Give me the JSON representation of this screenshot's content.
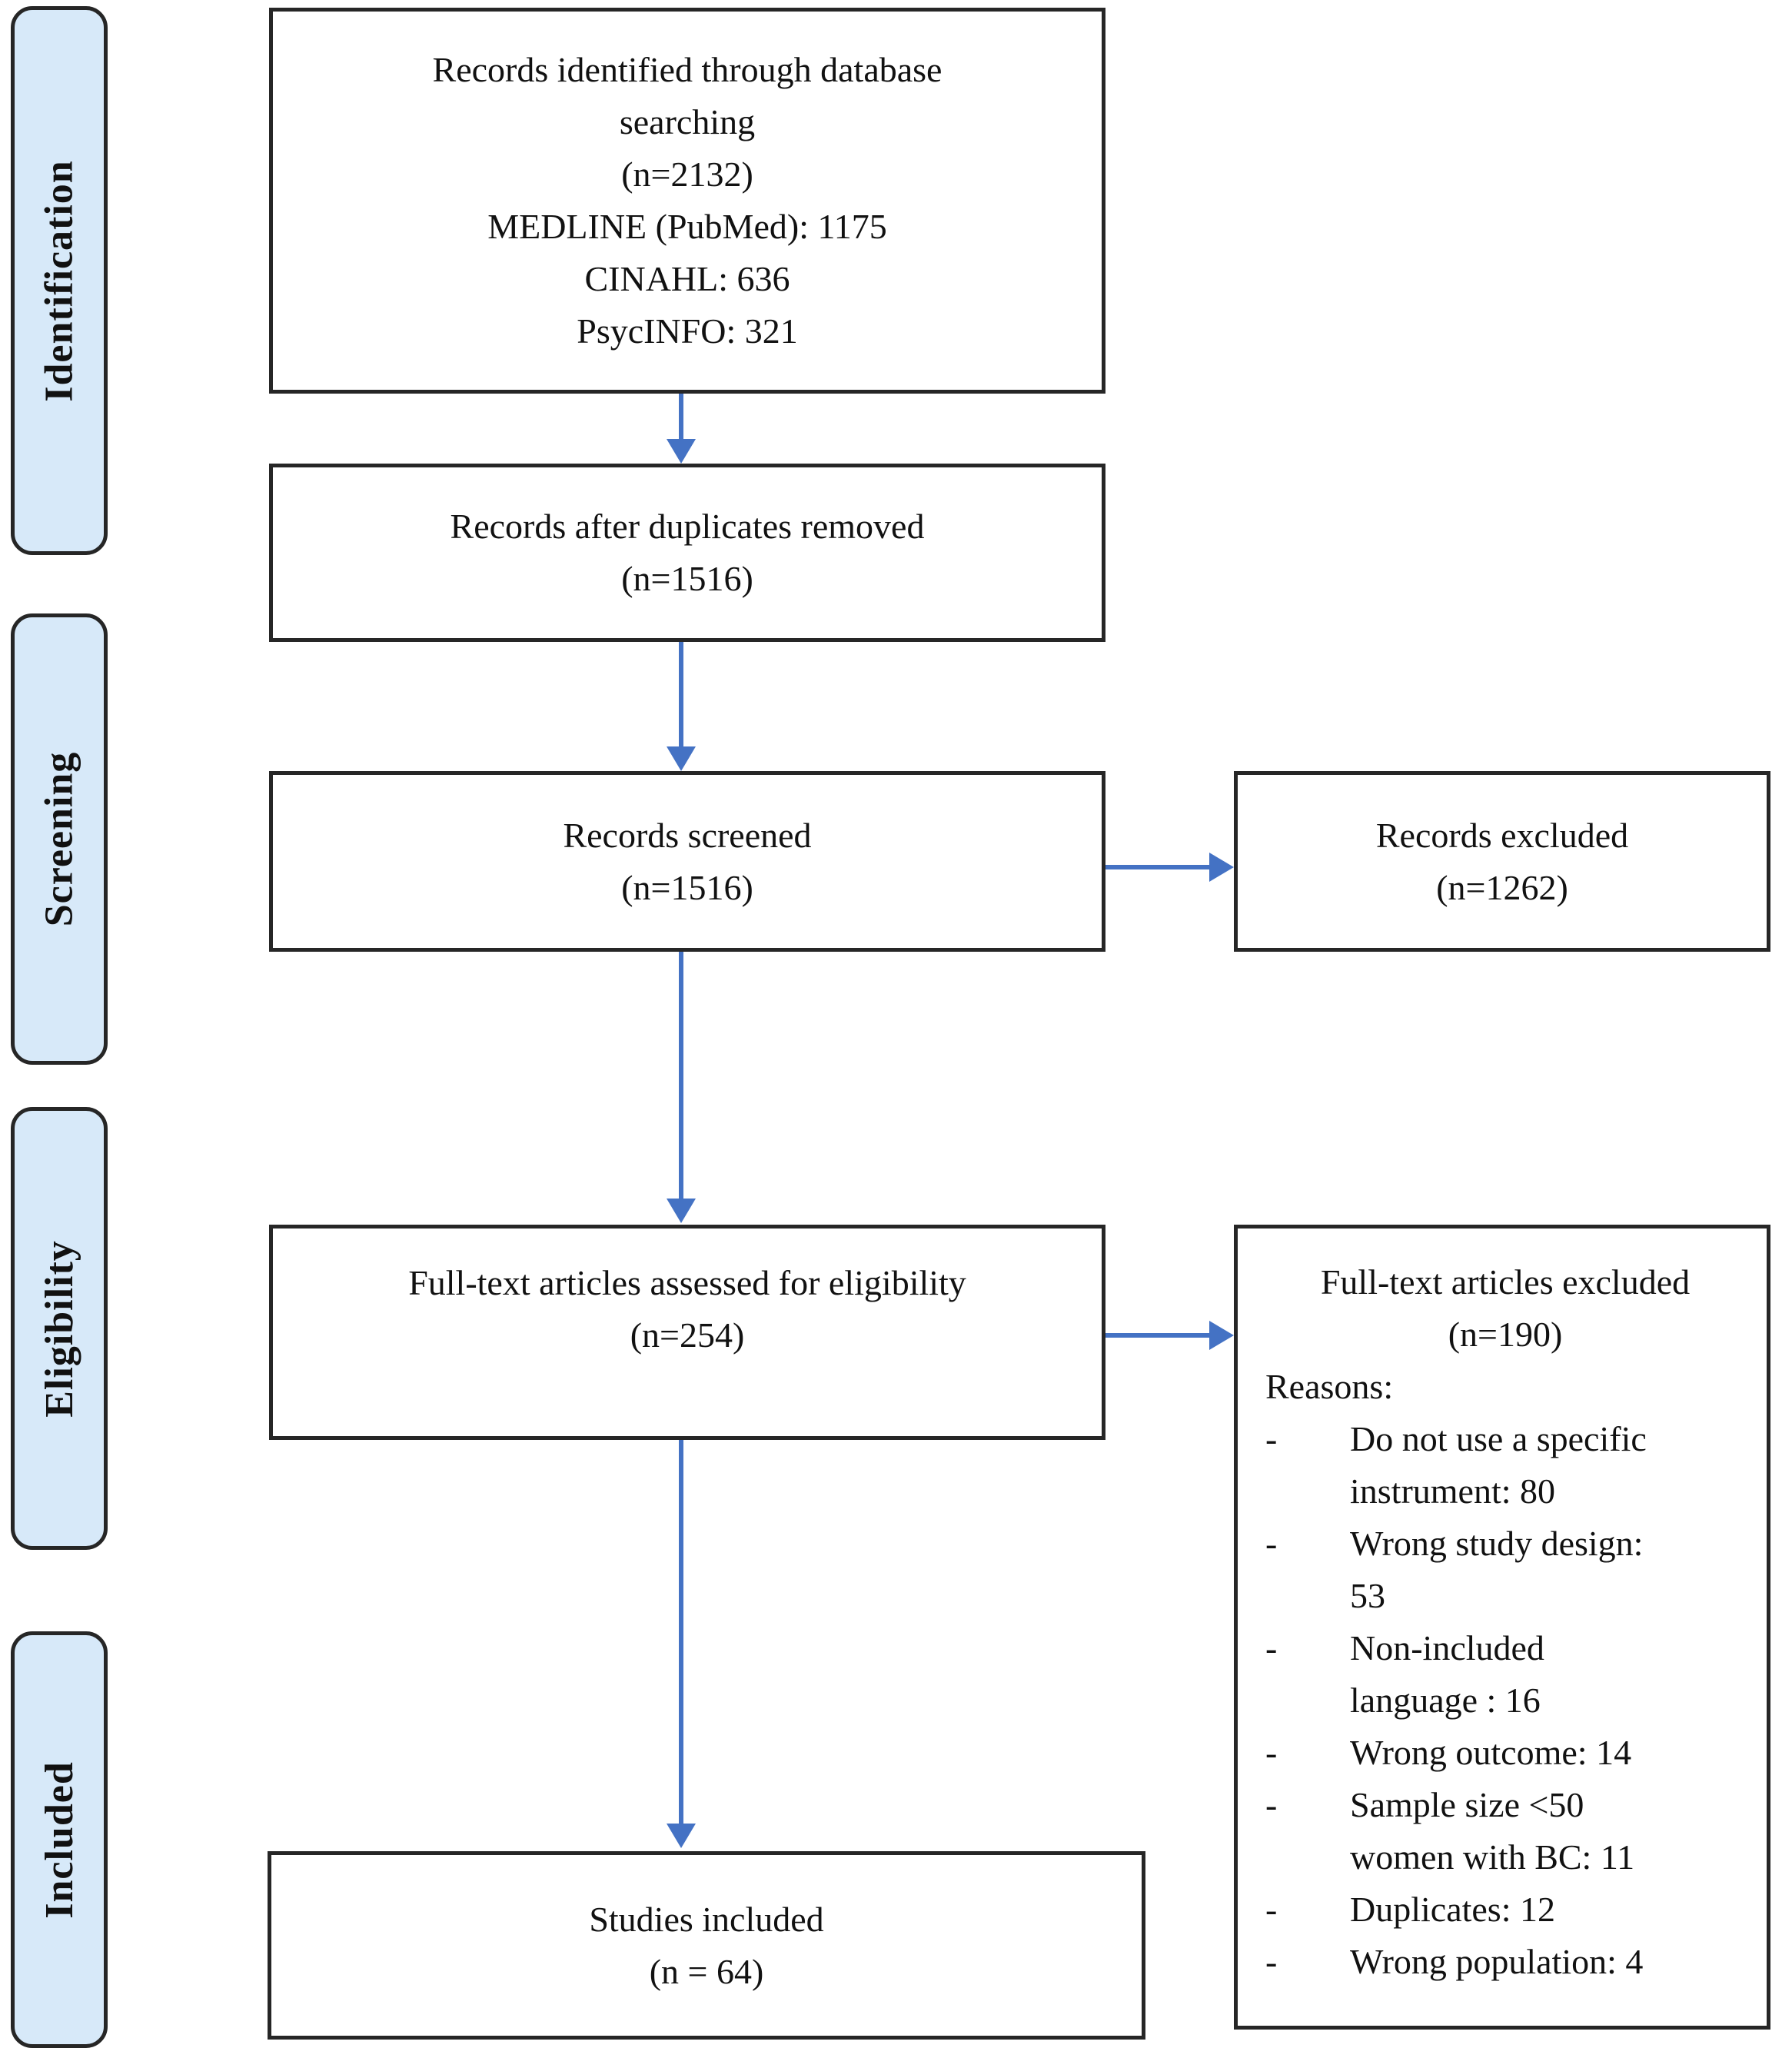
{
  "colors": {
    "arrow": "#4472c4",
    "stage_fill": "#d7e9f9",
    "box_border": "#262626"
  },
  "stages": [
    {
      "label": "Identification"
    },
    {
      "label": "Screening"
    },
    {
      "label": "Eligibility"
    },
    {
      "label": "Included"
    }
  ],
  "boxes": {
    "identified": {
      "lines": [
        "Records identified through database",
        "searching",
        "(n=2132)",
        "MEDLINE (PubMed): 1175",
        "CINAHL: 636",
        "PsycINFO: 321"
      ]
    },
    "deduplicated": {
      "lines": [
        "Records after duplicates removed",
        "(n=1516)"
      ]
    },
    "screened": {
      "lines": [
        "Records screened",
        "(n=1516)"
      ]
    },
    "records_excluded": {
      "lines": [
        "Records excluded",
        "(n=1262)"
      ]
    },
    "fulltext_assessed": {
      "lines": [
        "Full-text articles assessed for eligibility",
        "(n=254)"
      ]
    },
    "fulltext_excluded": {
      "title_lines": [
        "Full-text articles excluded",
        "(n=190)"
      ],
      "reasons_label": "Reasons:",
      "bullet": "-",
      "reasons": [
        "Do not use a specific\ninstrument: 80",
        "Wrong study design:\n53",
        "Non-included\nlanguage : 16",
        "Wrong outcome: 14",
        "Sample size <50\nwomen with BC: 11",
        "Duplicates: 12",
        "Wrong population: 4"
      ]
    },
    "included_studies": {
      "lines": [
        "Studies included",
        "(n = 64)"
      ]
    }
  }
}
